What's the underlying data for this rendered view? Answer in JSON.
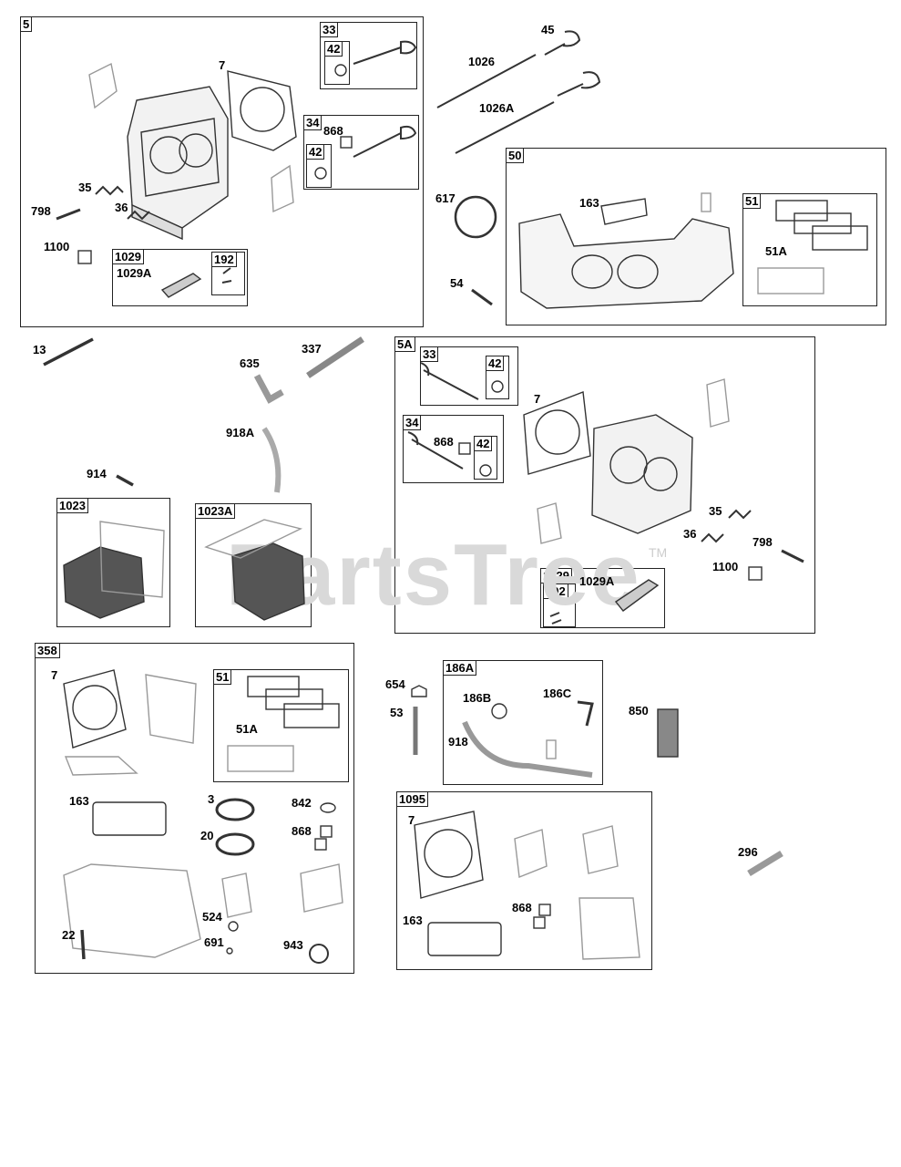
{
  "watermark": {
    "text": "PartsTree",
    "tm": "TM"
  },
  "groups": [
    {
      "id": "5"
    },
    {
      "id": "33"
    },
    {
      "id": "42"
    },
    {
      "id": "34"
    },
    {
      "id": "42"
    },
    {
      "id": "1029"
    },
    {
      "id": "192"
    },
    {
      "id": "50"
    },
    {
      "id": "51"
    },
    {
      "id": "5A"
    },
    {
      "id": "33"
    },
    {
      "id": "42"
    },
    {
      "id": "34"
    },
    {
      "id": "42"
    },
    {
      "id": "1029"
    },
    {
      "id": "192"
    },
    {
      "id": "1023"
    },
    {
      "id": "1023A"
    },
    {
      "id": "358"
    },
    {
      "id": "51"
    },
    {
      "id": "186A"
    },
    {
      "id": "1095"
    }
  ],
  "labels": [
    "7",
    "868",
    "35",
    "36",
    "798",
    "1100",
    "1029A",
    "45",
    "1026",
    "1026A",
    "617",
    "163",
    "51A",
    "54",
    "13",
    "635",
    "337",
    "918A",
    "914",
    "7",
    "868",
    "35",
    "36",
    "798",
    "1100",
    "1029A",
    "7",
    "51A",
    "163",
    "3",
    "20",
    "842",
    "868",
    "22",
    "524",
    "691",
    "943",
    "654",
    "53",
    "186B",
    "186C",
    "918",
    "850",
    "7",
    "163",
    "868",
    "296"
  ]
}
